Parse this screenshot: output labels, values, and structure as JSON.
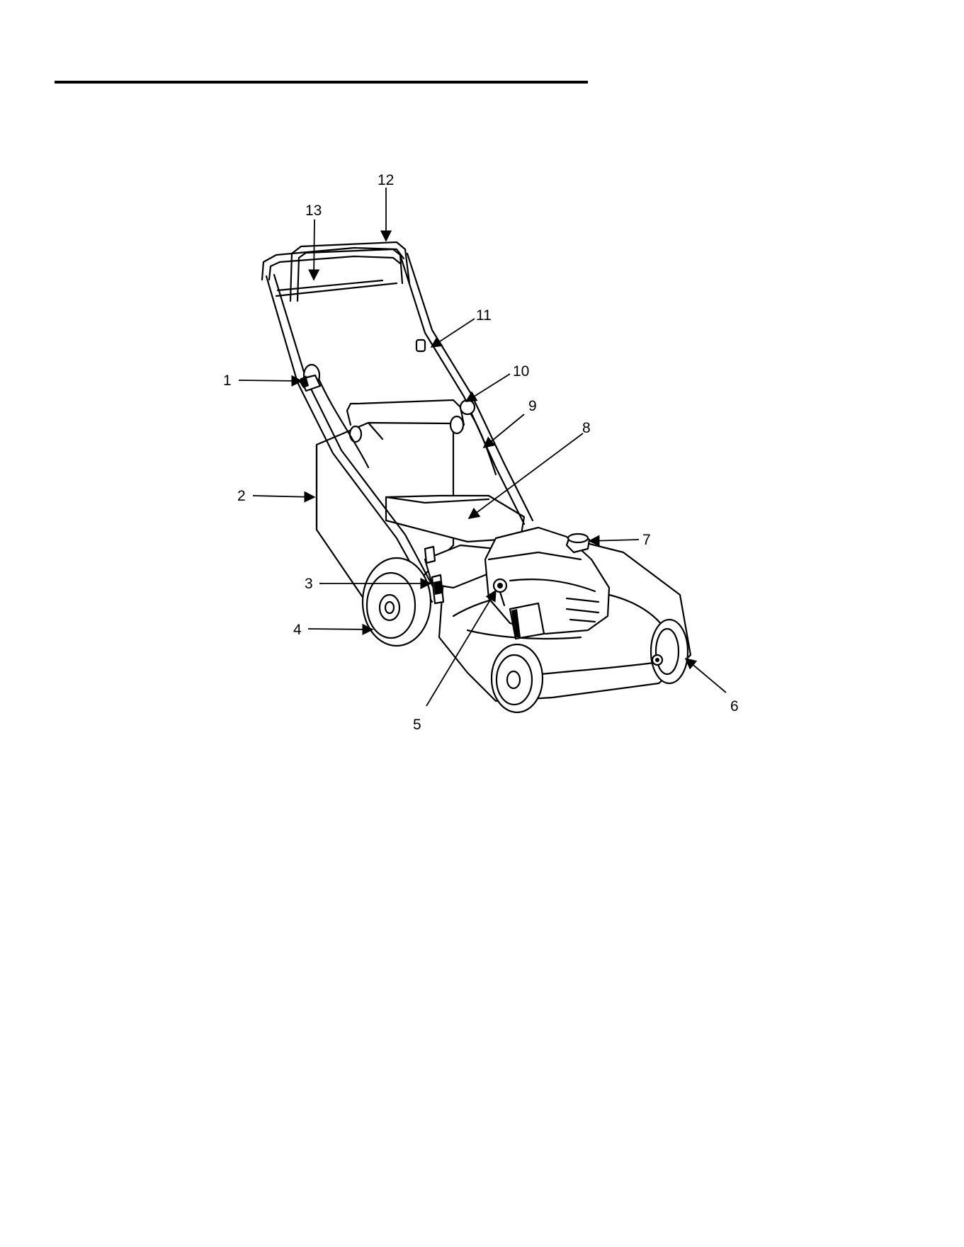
{
  "colors": {
    "ink": "#000000",
    "paper": "#ffffff"
  },
  "callouts": [
    {
      "id": "c1",
      "label": "1"
    },
    {
      "id": "c2",
      "label": "2"
    },
    {
      "id": "c3",
      "label": "3"
    },
    {
      "id": "c4",
      "label": "4"
    },
    {
      "id": "c5",
      "label": "5"
    },
    {
      "id": "c6",
      "label": "6"
    },
    {
      "id": "c7",
      "label": "7"
    },
    {
      "id": "c8",
      "label": "8"
    },
    {
      "id": "c9",
      "label": "9"
    },
    {
      "id": "c10",
      "label": "10"
    },
    {
      "id": "c11",
      "label": "11"
    },
    {
      "id": "c12",
      "label": "12"
    },
    {
      "id": "c13",
      "label": "13"
    }
  ]
}
